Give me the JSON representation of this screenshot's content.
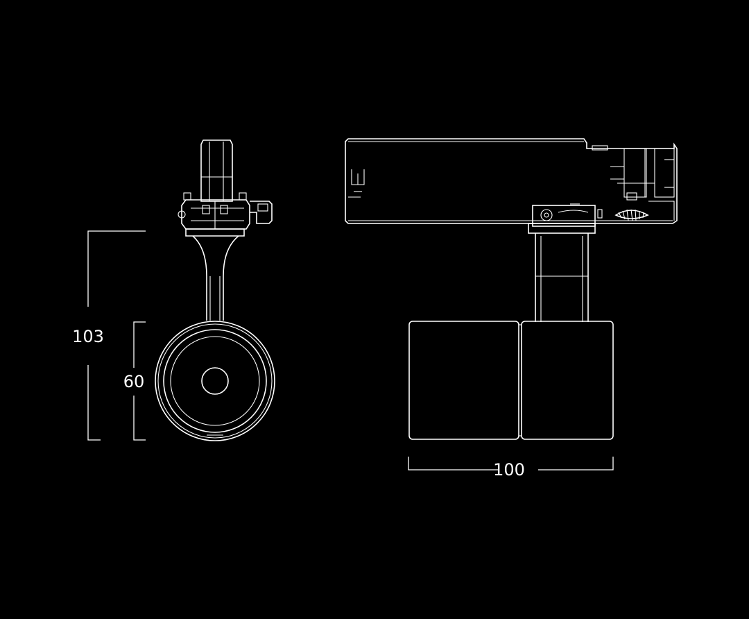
{
  "colors": {
    "background": "#000000",
    "line": "#ffffff"
  },
  "dimensions": {
    "overall_height": "103",
    "head_diameter": "60",
    "head_length": "100"
  }
}
